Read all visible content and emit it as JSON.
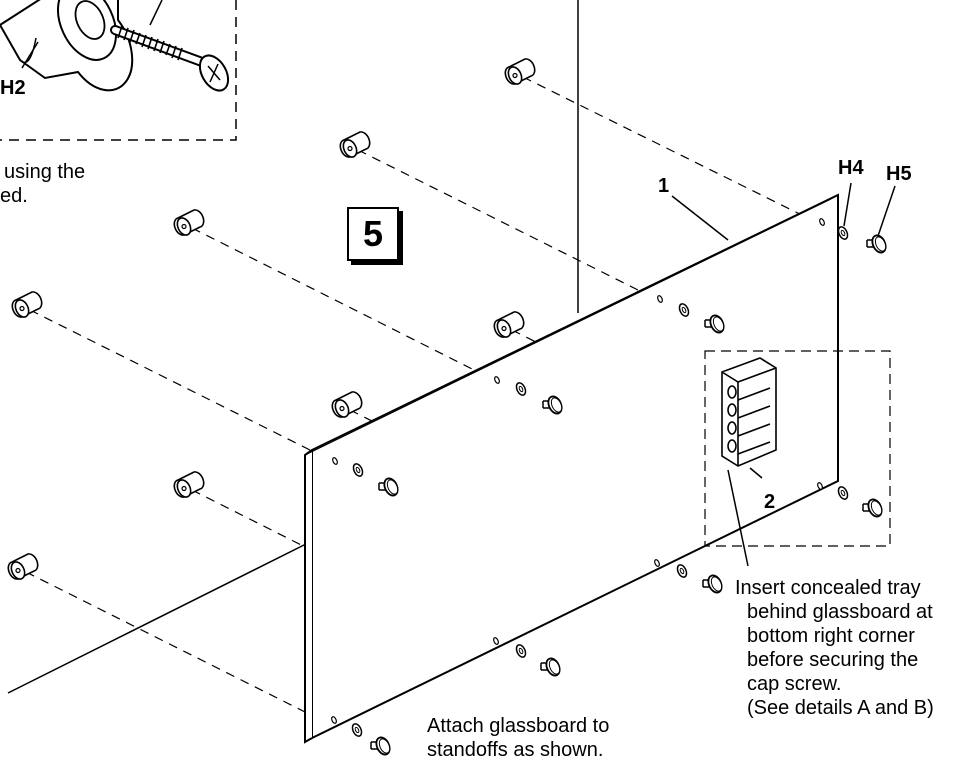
{
  "step_number": "5",
  "callouts": {
    "h2": "H2",
    "h4": "H4",
    "h5": "H5",
    "part_1": "1",
    "part_2": "2"
  },
  "instructions": {
    "top_left_line1": "using the",
    "top_left_line2": "ed.",
    "attach_line1": "Attach glassboard to",
    "attach_line2": "standoffs as shown.",
    "tray_line1": "Insert concealed tray",
    "tray_line2": "behind glassboard at",
    "tray_line3": "bottom right corner",
    "tray_line4": "before securing the",
    "tray_line5": "cap screw.",
    "tray_line6": "(See details A and B)"
  }
}
